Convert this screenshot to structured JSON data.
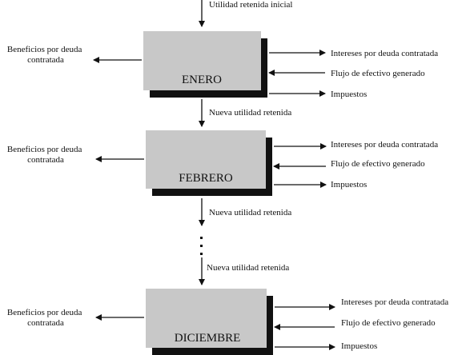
{
  "top_input_label": "Utilidad retenida inicial",
  "between_label": "Nueva utilidad retenida",
  "left_output_label": [
    "Beneficios por deuda",
    "contratada"
  ],
  "right_labels": {
    "interest": "Intereses por deuda contratada",
    "cash_flow": "Flujo de efectivo generado",
    "taxes": "Impuestos"
  },
  "months": [
    "ENERO",
    "FEBRERO",
    "DICIEMBRE"
  ],
  "colors": {
    "box_fill": "#c8c8c8",
    "box_shadow": "#111111",
    "line": "#111111"
  }
}
